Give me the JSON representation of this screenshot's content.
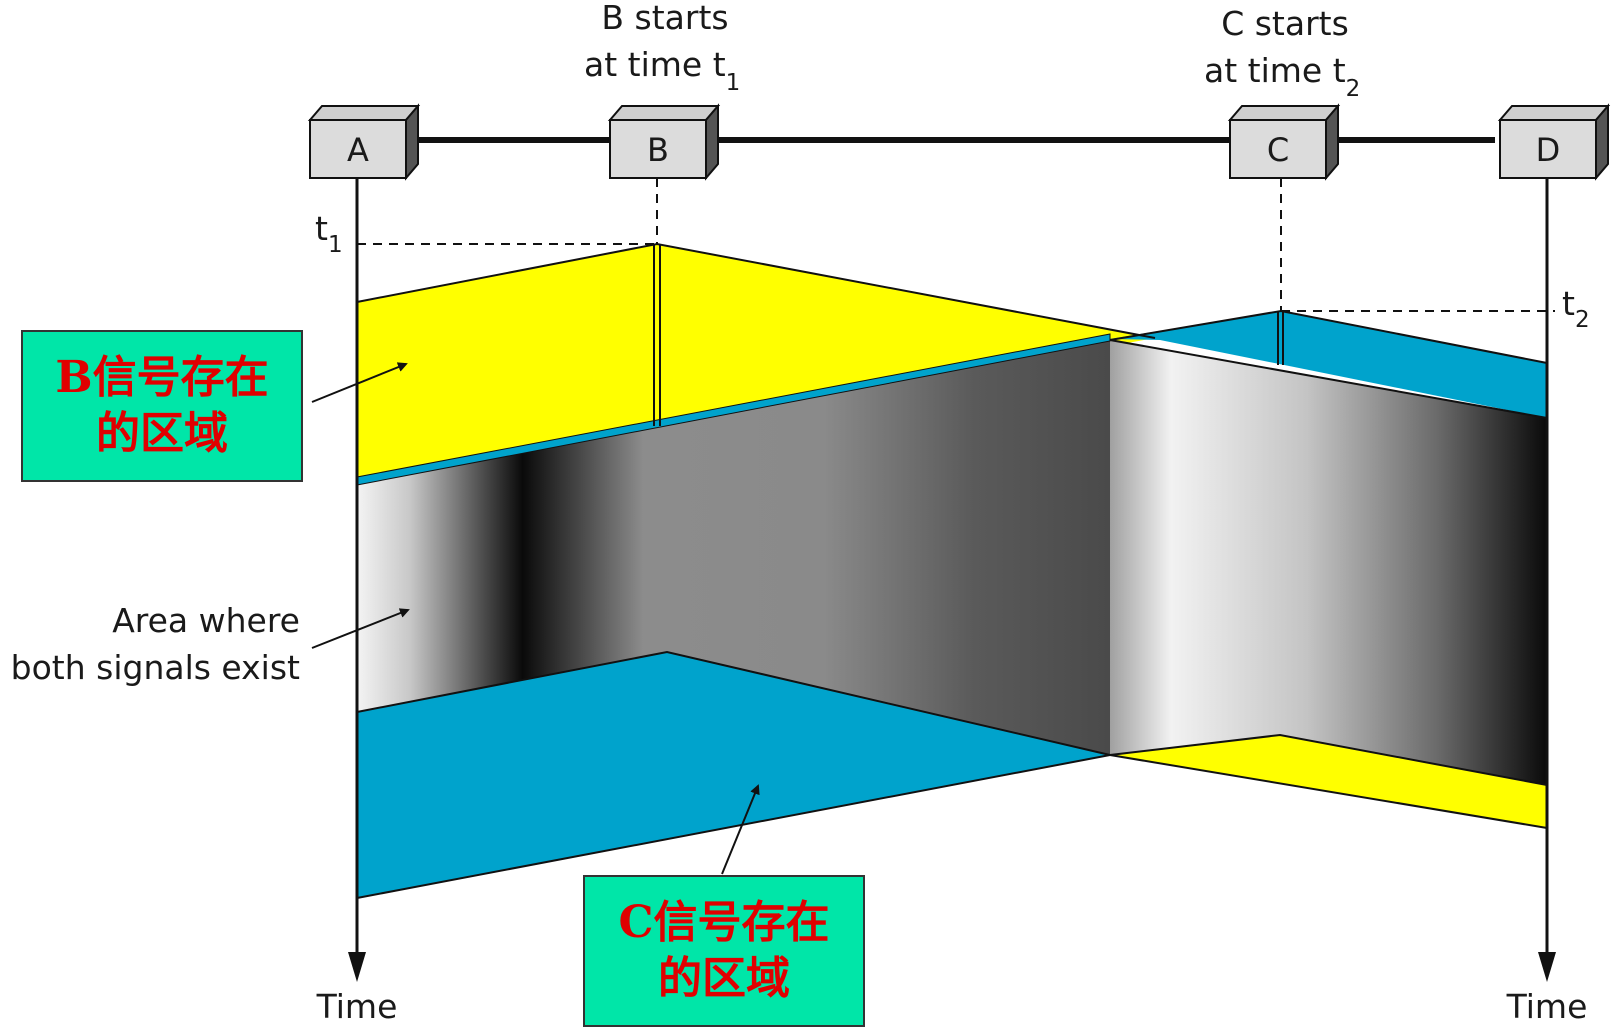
{
  "stations": [
    "A",
    "B",
    "C",
    "D"
  ],
  "b_start": {
    "line1": "B starts",
    "line2": "at time t",
    "sub": "1"
  },
  "c_start": {
    "line1": "C starts",
    "line2": "at time t",
    "sub": "2"
  },
  "t1": {
    "base": "t",
    "sub": "1"
  },
  "t2": {
    "base": "t",
    "sub": "2"
  },
  "both_area": {
    "line1": "Area where",
    "line2": "both signals exist"
  },
  "time_left": "Time",
  "time_right": "Time",
  "callout_b": {
    "line1": "B信号存在",
    "line2": "的区域"
  },
  "callout_c": {
    "line1": "C信号存在",
    "line2": "的区域"
  },
  "colors": {
    "b_signal": "#ffff00",
    "c_signal": "#00a3cc",
    "callout_bg": "#00e6a8",
    "callout_text": "#e00000"
  }
}
